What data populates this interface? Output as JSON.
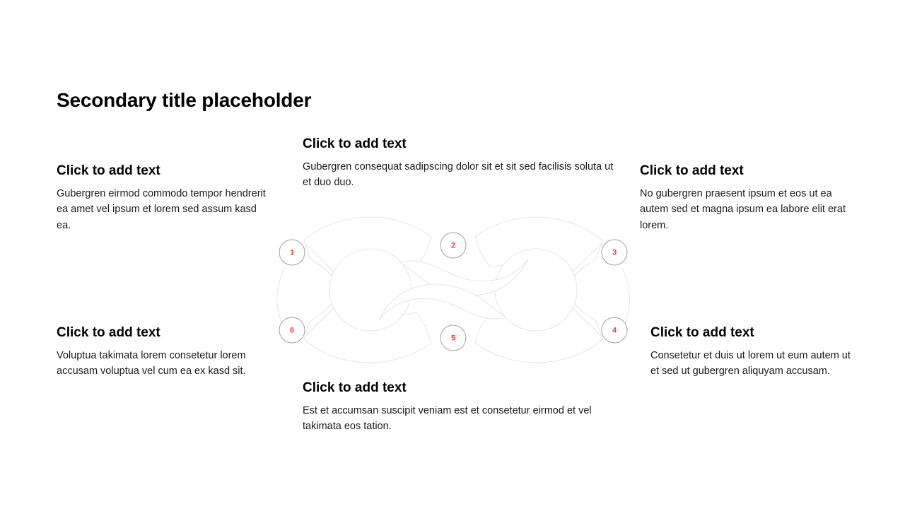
{
  "slide": {
    "title": "Secondary title placeholder",
    "background_color": "#ffffff"
  },
  "text_blocks": [
    {
      "id": "top-left",
      "heading": "Click to add text",
      "body": "Gubergren eirmod commodo tempor hendrerit ea amet vel ipsum et lorem sed assum kasd ea."
    },
    {
      "id": "top-center",
      "heading": "Click to add text",
      "body": "Gubergren consequat sadipscing dolor sit et sit sed facilisis soluta ut et duo duo."
    },
    {
      "id": "top-right",
      "heading": "Click to add text",
      "body": "No gubergren praesent ipsum et eos ut ea autem sed et magna ipsum ea labore elit erat lorem."
    },
    {
      "id": "bottom-left",
      "heading": "Click to add text",
      "body": "Voluptua takimata lorem consetetur lorem accusam voluptua vel cum ea ex kasd sit."
    },
    {
      "id": "bottom-center",
      "heading": "Click to add text",
      "body": "Est et accumsan suscipit veniam est et consetetur eirmod et vel takimata eos tation."
    },
    {
      "id": "bottom-right",
      "heading": "Click to add text",
      "body": "Consetetur et duis ut lorem ut eum autem ut et sed ut gubergren aliquyam accusam."
    }
  ],
  "diagram": {
    "type": "double-infinity-loop",
    "stroke_color": "#e6e6e6",
    "marker_stroke_color": "#a0a0a0",
    "marker_text_color": "#ff3b30",
    "markers": [
      {
        "label": "1",
        "position": "left-top"
      },
      {
        "label": "2",
        "position": "center-top"
      },
      {
        "label": "3",
        "position": "right-top"
      },
      {
        "label": "4",
        "position": "right-bottom"
      },
      {
        "label": "5",
        "position": "center-bottom"
      },
      {
        "label": "6",
        "position": "left-bottom"
      }
    ]
  }
}
